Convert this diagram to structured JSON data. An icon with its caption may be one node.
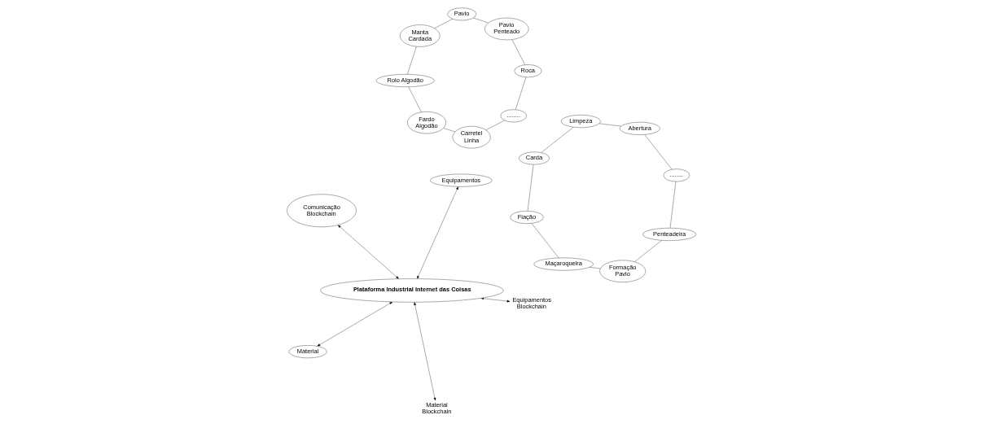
{
  "diagram": {
    "nodes": [
      {
        "text": [
          "Comunicação Blockchain"
        ]
      },
      {
        "text": [
          "Fiação"
        ]
      },
      {
        "text": [
          "Carda"
        ]
      },
      {
        "text": [
          "Maçaroqueira"
        ]
      },
      {
        "text": [
          "Equipamentos Blockchain"
        ]
      },
      {
        "text": [
          "Limpeza"
        ]
      },
      {
        "text": [
          "Formação Pavio"
        ]
      },
      {
        "text": [
          "Abertura"
        ]
      },
      {
        "text": [
          "Penteadeira"
        ]
      },
      {
        "text": [
          "........"
        ]
      },
      {
        "text": [
          "Rolo Algodão"
        ]
      },
      {
        "text": [
          "Manta Cardada"
        ]
      },
      {
        "text": [
          "Fardo Algodão"
        ]
      },
      {
        "text": [
          "Pavio"
        ]
      },
      {
        "text": [
          "Material Blockchain"
        ]
      },
      {
        "text": [
          "Pavio Penteado"
        ]
      },
      {
        "text": [
          "Carretel Linha"
        ]
      },
      {
        "text": [
          "Roca"
        ]
      },
      {
        "text": [
          "........"
        ]
      },
      {
        "text": [
          "Plataforma Industrial Internet das Coisas"
        ]
      },
      {
        "text": [
          "Equipamentos"
        ]
      },
      {
        "text": [
          "Material"
        ]
      }
    ],
    "edges": [
      {
        "from": 19,
        "to": 0,
        "arrow": "both"
      },
      {
        "from": 19,
        "to": 4,
        "arrow": "both"
      },
      {
        "from": 19,
        "to": 14,
        "arrow": "both"
      },
      {
        "from": 19,
        "to": 20,
        "arrow": "both"
      },
      {
        "from": 19,
        "to": 21,
        "arrow": "both"
      },
      {
        "from": 1,
        "to": 2,
        "arrow": "none"
      },
      {
        "from": 2,
        "to": 5,
        "arrow": "none"
      },
      {
        "from": 5,
        "to": 7,
        "arrow": "none"
      },
      {
        "from": 7,
        "to": 9,
        "arrow": "none"
      },
      {
        "from": 9,
        "to": 8,
        "arrow": "none"
      },
      {
        "from": 8,
        "to": 6,
        "arrow": "none"
      },
      {
        "from": 6,
        "to": 3,
        "arrow": "none"
      },
      {
        "from": 3,
        "to": 1,
        "arrow": "none"
      },
      {
        "from": 12,
        "to": 10,
        "arrow": "none"
      },
      {
        "from": 10,
        "to": 11,
        "arrow": "none"
      },
      {
        "from": 11,
        "to": 13,
        "arrow": "none"
      },
      {
        "from": 13,
        "to": 15,
        "arrow": "none"
      },
      {
        "from": 15,
        "to": 17,
        "arrow": "none"
      },
      {
        "from": 17,
        "to": 18,
        "arrow": "none"
      },
      {
        "from": 18,
        "to": 16,
        "arrow": "none"
      },
      {
        "from": 16,
        "to": 12,
        "arrow": "none"
      }
    ]
  }
}
